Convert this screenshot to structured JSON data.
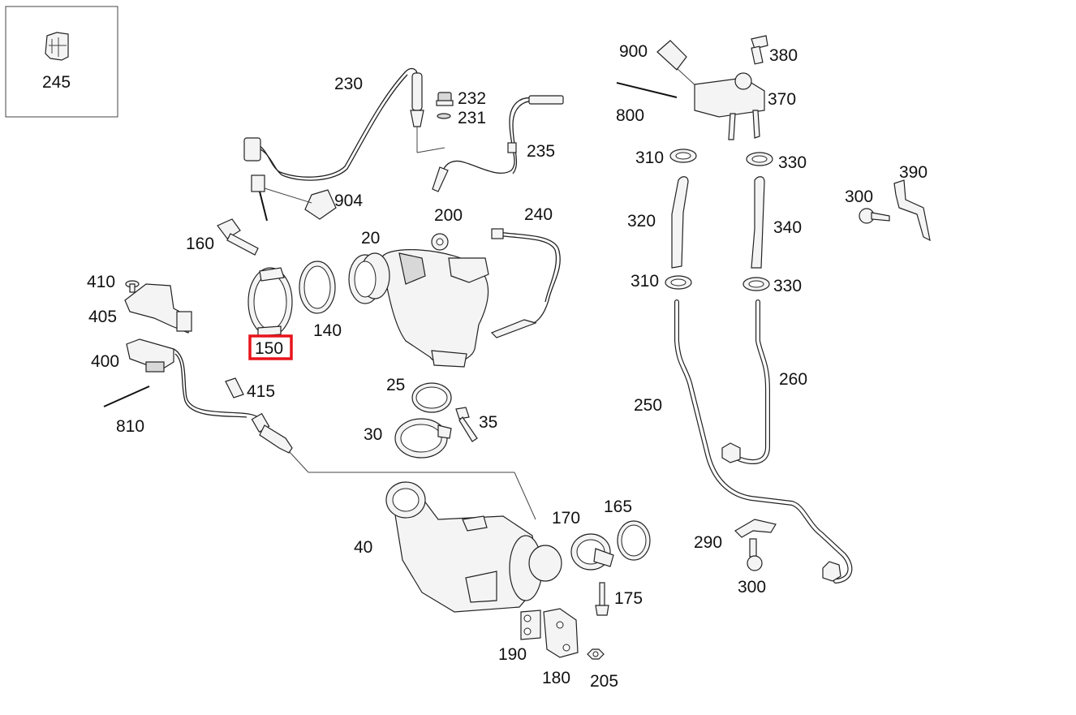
{
  "highlight_color": "#e8141b",
  "diagram": {
    "labels": {
      "l245": "245",
      "l230": "230",
      "l232": "232",
      "l231": "231",
      "l235": "235",
      "l904": "904",
      "l160": "160",
      "l20": "20",
      "l200": "200",
      "l240": "240",
      "l410": "410",
      "l405": "405",
      "l400": "400",
      "l150": "150",
      "l140": "140",
      "l810": "810",
      "l415": "415",
      "l25": "25",
      "l35": "35",
      "l30": "30",
      "l900": "900",
      "l380": "380",
      "l370": "370",
      "l800": "800",
      "l310a": "310",
      "l330a": "330",
      "l320": "320",
      "l340": "340",
      "l310b": "310",
      "l330b": "330",
      "l390": "390",
      "l300a": "300",
      "l260": "260",
      "l250": "250",
      "l290": "290",
      "l300b": "300",
      "l40": "40",
      "l170": "170",
      "l165": "165",
      "l175": "175",
      "l190": "190",
      "l180": "180",
      "l205": "205"
    },
    "selected_part": "150"
  }
}
